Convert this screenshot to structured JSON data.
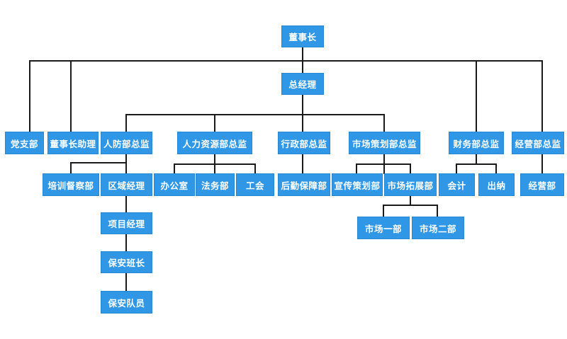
{
  "org_chart": {
    "chairman": "董事长",
    "general_manager": "总经理",
    "level3": {
      "party_branch": "党支部",
      "chairman_assistant": "董事长助理",
      "civil_defense_director": "人防部总监",
      "hr_director": "人力资源部总监",
      "admin_director": "行政部总监",
      "marketing_planning_director": "市场策划部总监",
      "finance_director": "财务部总监",
      "operations_director": "经营部总监"
    },
    "level4": {
      "training_inspection": "培训督察部",
      "regional_manager": "区域经理",
      "office": "办公室",
      "legal": "法务部",
      "union": "工会",
      "logistics": "后勤保障部",
      "promotion_planning": "宣传策划部",
      "market_expansion": "市场拓展部",
      "accounting": "会计",
      "cashier": "出纳",
      "operations": "经营部"
    },
    "level5": {
      "project_manager": "项目经理",
      "market_dept_1": "市场一部",
      "market_dept_2": "市场二部"
    },
    "level6": {
      "security_team_leader": "保安班长"
    },
    "level7": {
      "security_guard": "保安队员"
    }
  },
  "colors": {
    "node_fill": "#2f97e6",
    "node_text": "#ffffff",
    "connector": "#1a1a1a",
    "background": "#ffffff"
  }
}
